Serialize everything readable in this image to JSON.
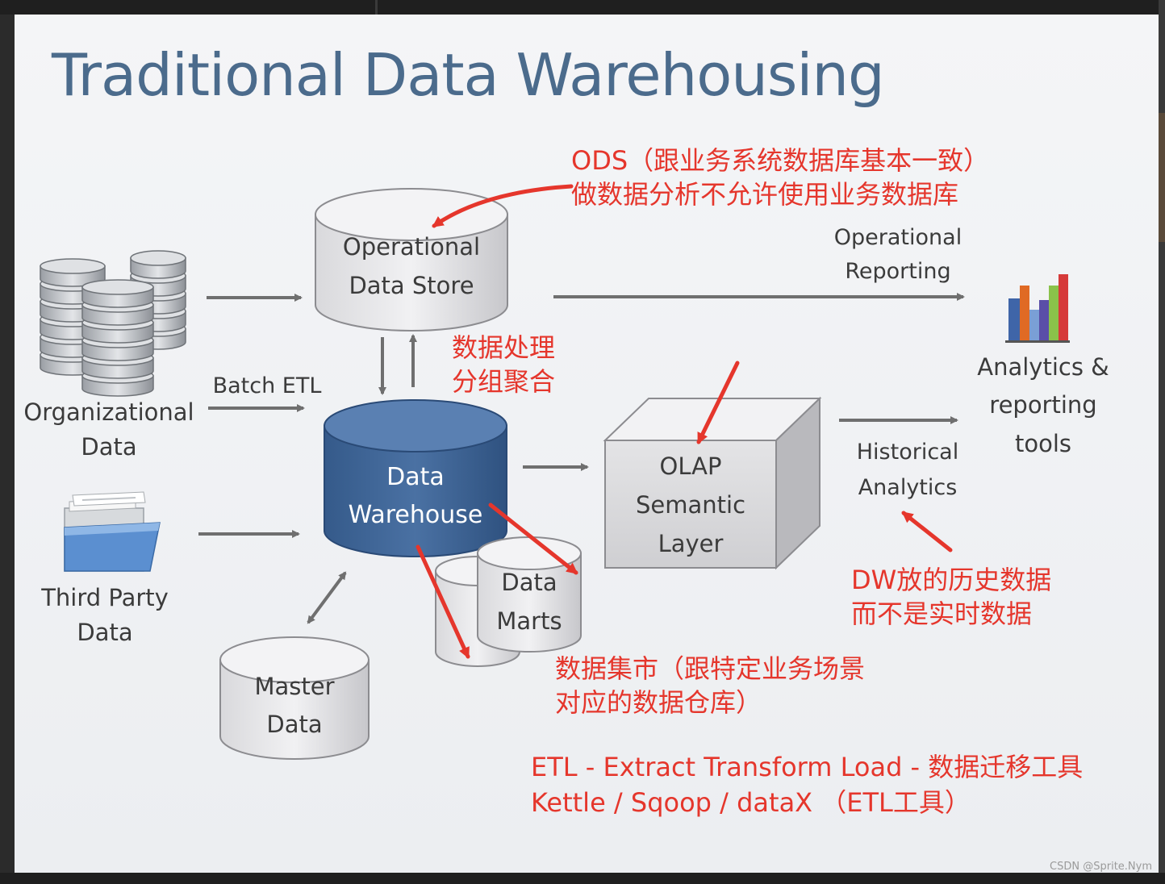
{
  "title": "Traditional Data Warehousing",
  "nodes": {
    "ods": [
      "Operational",
      "Data Store"
    ],
    "org": [
      "Organizational",
      "Data"
    ],
    "third": [
      "Third Party",
      "Data"
    ],
    "dw": [
      "Data",
      "Warehouse"
    ],
    "marts": [
      "Data",
      "Marts"
    ],
    "master": [
      "Master",
      "Data"
    ],
    "olap": [
      "OLAP",
      "Semantic",
      "Layer"
    ],
    "tools": [
      "Analytics &",
      "reporting",
      "tools"
    ]
  },
  "edge_labels": {
    "batch_etl": "Batch ETL",
    "op_reporting": [
      "Operational",
      "Reporting"
    ],
    "historical": [
      "Historical",
      "Analytics"
    ]
  },
  "annotations": {
    "ods": [
      "ODS（跟业务系统数据库基本一致）",
      "做数据分析不允许使用业务数据库"
    ],
    "processing": [
      "数据处理",
      "分组聚合"
    ],
    "dw_history": [
      "DW放的历史数据",
      "而不是实时数据"
    ],
    "marts": [
      "数据集市（跟特定业务场景",
      "对应的数据仓库）"
    ],
    "etl": [
      "ETL - Extract Transform Load - 数据迁移工具",
      "Kettle / Sqoop / dataX （ETL工具）"
    ]
  },
  "watermark": "CSDN @Sprite.Nym",
  "colors": {
    "title": "#4b6b8c",
    "annotation": "#e5362c",
    "dw_fill": "#3f6596",
    "arrow": "#6f6f6f"
  }
}
